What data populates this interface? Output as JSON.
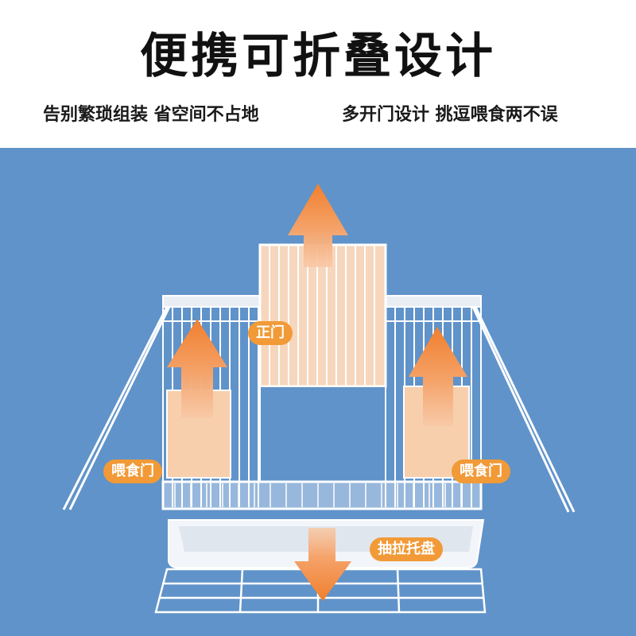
{
  "header": {
    "title": "便携可折叠设计",
    "subtitle_left": "告别繁琐组装 省空间不占地",
    "subtitle_right": "多开门设计 挑逗喂食两不误"
  },
  "labels": {
    "main_door": "正门",
    "feeding_door_left": "喂食门",
    "feeding_door_right": "喂食门",
    "tray": "抽拉托盘"
  },
  "colors": {
    "background_panel": "#6093c9",
    "tag_orange": "#f19a37",
    "arrow_orange": "#f08a3c",
    "wire_white": "#ffffff"
  }
}
